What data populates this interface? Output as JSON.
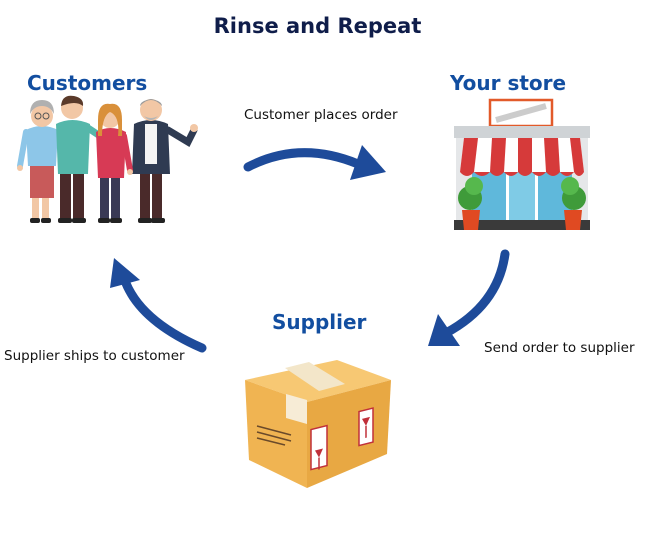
{
  "title": "Rinse and Repeat",
  "nodes": {
    "customers": {
      "label": "Customers",
      "icon": "people-group-icon"
    },
    "store": {
      "label": "Your store",
      "icon": "storefront-icon"
    },
    "supplier": {
      "label": "Supplier",
      "icon": "cardboard-box-icon"
    }
  },
  "edges": {
    "customer_to_store": "Customer places order",
    "store_to_supplier": "Send order to supplier",
    "supplier_to_customer": "Supplier ships to customer"
  },
  "colors": {
    "title": "#0f1d4a",
    "node_label": "#124ea0",
    "arrow": "#1e4b9a",
    "awning_red": "#d63a3a",
    "box": "#f0b452"
  }
}
